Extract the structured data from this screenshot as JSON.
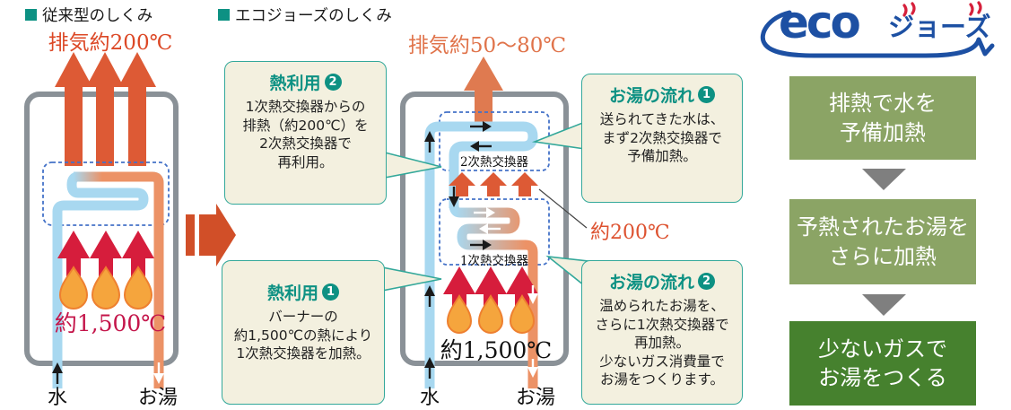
{
  "colors": {
    "teal": "#0d9183",
    "callout_bg": "#f3f0df",
    "callout_border": "#33a89a",
    "orange_arrow": "#dd5a35",
    "salmon_arrow": "#df7a50",
    "exhaust_left_text": "#dc4826",
    "exhaust_center_text": "#e0734a",
    "burner_red": "#d61d3c",
    "flame_orange": "#f5a53d",
    "flame_edge": "#ee8030",
    "temp_red": "#c4154a",
    "orange_text": "#dd5230",
    "pipe_blue": "#a8d8f0",
    "pipe_orange": "#ec9266",
    "dashed_blue": "#4472c8",
    "boiler_gray": "#8a9197",
    "big_arrow": "#d14f28",
    "green_light": "#8ba465",
    "green_dark": "#46812e",
    "flow_triangle": "#7f7f7f",
    "logo_blue": "#1d50a3",
    "logo_red": "#d6203b"
  },
  "headings": {
    "conventional": "従来型のしくみ",
    "eco": "エコジョーズのしくみ"
  },
  "conventional": {
    "exhaust": "排気約200℃",
    "burner_temp": "約1,500℃",
    "inlet": "水",
    "outlet": "お湯"
  },
  "eco_diagram": {
    "exhaust": "排気約50～80℃",
    "secondary_hx": "2次熱交換器",
    "primary_hx": "1次熱交換器",
    "mid_temp": "約200℃",
    "burner_temp": "約1,500℃",
    "inlet": "水",
    "outlet": "お湯"
  },
  "callouts": {
    "heat2": {
      "title": "熱利用",
      "number": "2",
      "body": "1次熱交換器からの\n排熱（約200℃）を\n2次熱交換器で\n再利用。"
    },
    "heat1": {
      "title": "熱利用",
      "number": "1",
      "body": "バーナーの\n約1,500℃の熱により\n1次熱交換器を加熱。"
    },
    "flow1": {
      "title": "お湯の流れ",
      "number": "1",
      "body": "送られてきた水は、\nまず2次熱交換器で\n予備加熱。"
    },
    "flow2": {
      "title": "お湯の流れ",
      "number": "2",
      "body": "温められたお湯を、\nさらに1次熱交換器で\n再加熱。\n少ないガス消費量で\nお湯をつくります。"
    }
  },
  "logo": {
    "eco": "eco",
    "jozu": "ジョーズ"
  },
  "flow_steps": [
    {
      "text": "排熱で水を\n予備加熱"
    },
    {
      "text": "予熱されたお湯を\nさらに加熱"
    },
    {
      "text": "少ないガスで\nお湯をつくる"
    }
  ]
}
